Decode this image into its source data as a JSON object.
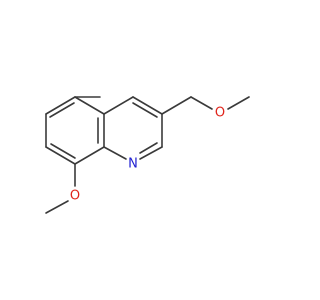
{
  "molecule": {
    "atoms": [
      {
        "id": "N1",
        "label": "N",
        "color": "#1f1fd1"
      },
      {
        "id": "O_methoxy_ring",
        "label": "O",
        "color": "#e0241b"
      },
      {
        "id": "O_methoxymethyl",
        "label": "O",
        "color": "#e0241b"
      }
    ]
  },
  "colors": {
    "bond": "#3a3a3a",
    "nitrogen": "#1f1fd1",
    "oxygen": "#e0241b",
    "background": "#ffffff"
  }
}
